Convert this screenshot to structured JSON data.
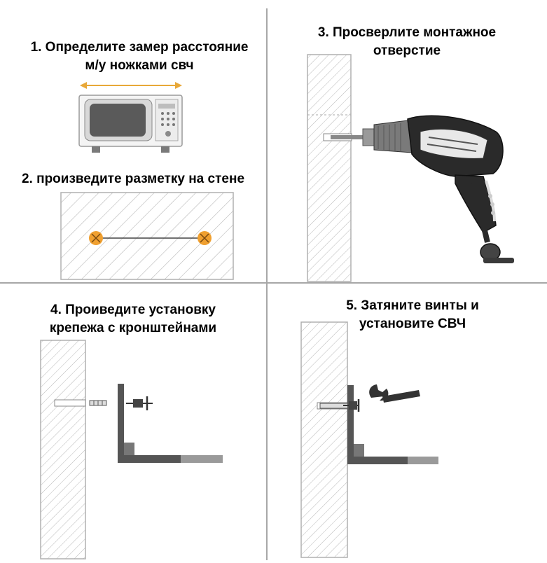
{
  "steps": [
    {
      "number": "1",
      "line1": "1. Определите замер расстояние",
      "line2": "м/у ножками свч"
    },
    {
      "number": "2",
      "line1": "2. произведите разметку на стене"
    },
    {
      "number": "3",
      "line1": "3. Просверлите монтажное",
      "line2": "отверстие"
    },
    {
      "number": "4",
      "line1": "4. Проиведите установку",
      "line2": "крепежа с кронштейнами"
    },
    {
      "number": "5",
      "line1": "5. Затяните винты и",
      "line2": "установите СВЧ"
    }
  ],
  "colors": {
    "marker": "#f0a030",
    "marker_cross": "#7a4a10",
    "measure_arrow": "#e8a838",
    "bracket": "#555555",
    "bracket_light": "#9a9a9a",
    "hatch": "#b0b0b0",
    "divider": "#8a8a8a",
    "drill_dark": "#2a2a2a"
  },
  "icons": [
    "microwave-icon",
    "drill-icon",
    "wrench-icon",
    "bracket-icon",
    "screw-icon",
    "anchor-icon"
  ]
}
